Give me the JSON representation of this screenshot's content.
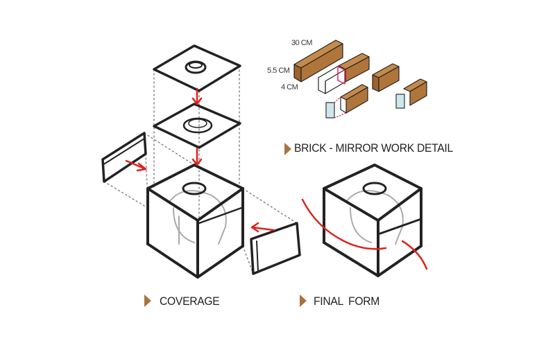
{
  "labels": {
    "coverage": "COVERAGE",
    "final_form": "FINAL FORM",
    "brick_detail": "BRICK - MIRROR WORK DETAIL"
  },
  "dimensions": {
    "length": "30 CM",
    "height": "5.5 CM",
    "width": "4 CM"
  },
  "colors": {
    "brick": "#b0753a",
    "arrow": "#e0201c",
    "marker": "#a8743c",
    "mirror": "#cfe6ec"
  }
}
